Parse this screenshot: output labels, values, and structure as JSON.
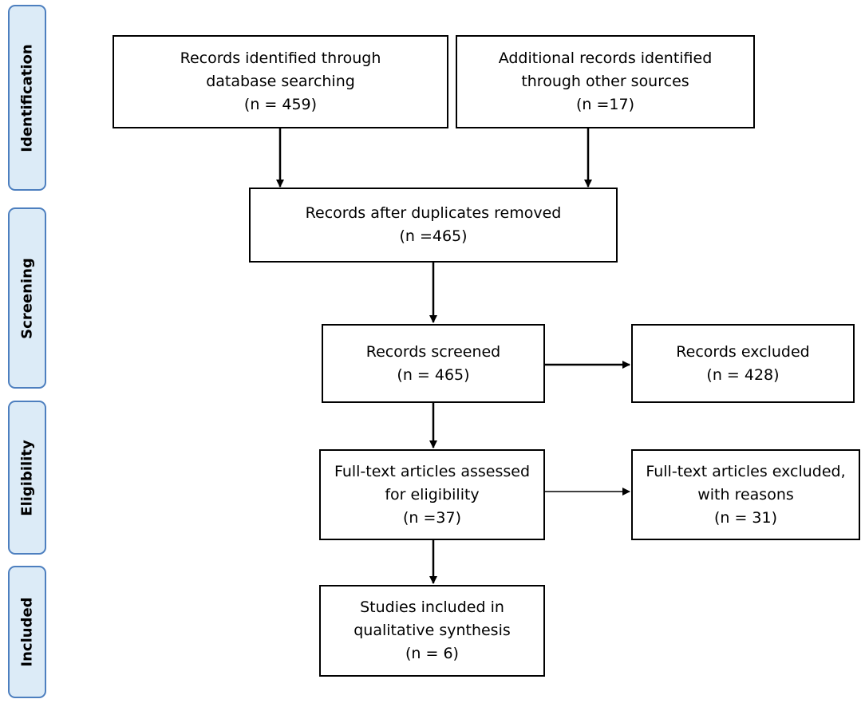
{
  "stages": {
    "identification": "Identification",
    "screening": "Screening",
    "eligibility": "Eligibility",
    "included": "Included"
  },
  "boxes": {
    "database": {
      "line1": "Records identified through",
      "line2": "database searching",
      "line3": "(n = 459)"
    },
    "other_sources": {
      "line1": "Additional records identified",
      "line2": "through other sources",
      "line3": "(n =17)"
    },
    "duplicates_removed": {
      "line1": "Records after duplicates removed",
      "line2": "(n =465)"
    },
    "screened": {
      "line1": "Records screened",
      "line2": "(n = 465)"
    },
    "excluded": {
      "line1": "Records excluded",
      "line2": "(n = 428)"
    },
    "fulltext_assessed": {
      "line1": "Full-text articles assessed",
      "line2": "for eligibility",
      "line3": "(n =37)"
    },
    "fulltext_excluded": {
      "line1": "Full-text articles excluded,",
      "line2": "with reasons",
      "line3": "(n =  31)"
    },
    "included": {
      "line1": "Studies included in",
      "line2": "qualitative synthesis",
      "line3": "(n = 6)"
    }
  },
  "colors": {
    "stage_fill": "#dcebf7",
    "stage_border": "#4d7fbf",
    "box_border": "#000000",
    "arrow": "#000000"
  }
}
